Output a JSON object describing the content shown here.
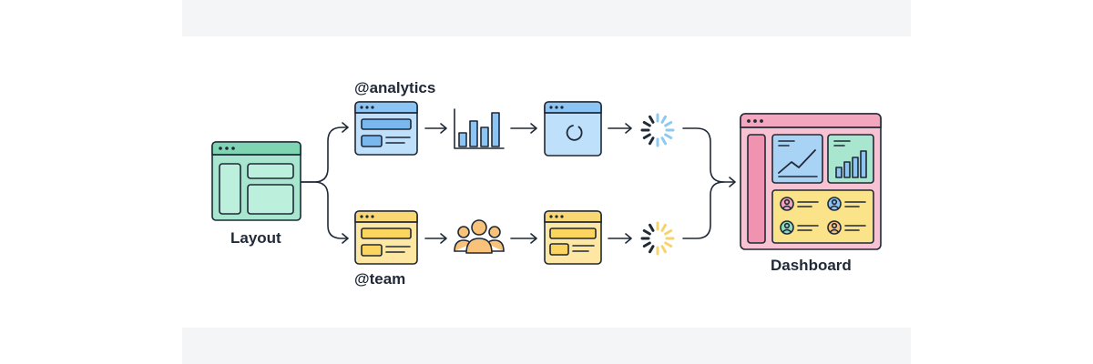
{
  "labels": {
    "layout": "Layout",
    "analytics": "@analytics",
    "team": "@team",
    "dashboard": "Dashboard"
  },
  "colors": {
    "stroke": "#1f2937",
    "layout_fill": "#a8e6cf",
    "layout_inner": "#bdf0dc",
    "layout_bar": "#7fd4b1",
    "analytics_fill": "#bfe0fb",
    "analytics_inner": "#79b8ef",
    "analytics_bar": "#8cc4f3",
    "team_fill": "#fde7a3",
    "team_inner": "#fbd560",
    "team_bar": "#f9d772",
    "dashboard_fill": "#f7c3d3",
    "dashboard_bar": "#f3a7bf",
    "dashboard_side": "#ef93b1",
    "chart_panel_blue": "#a9d3f5",
    "chart_panel_green": "#a8e6cf",
    "team_panel": "#fbe38a",
    "spinner_blue": "#8ec9ef",
    "spinner_yellow": "#f7d46b",
    "avatar_pink": "#f4a3b8",
    "avatar_green": "#8fdcbc",
    "avatar_blue": "#8cc4f3",
    "avatar_orange": "#f9c27a"
  },
  "icons": [
    "layout-window-icon",
    "analytics-window-icon",
    "bar-chart-icon",
    "loading-window-icon",
    "spinner-icon",
    "team-window-icon",
    "users-group-icon",
    "team-loaded-window-icon",
    "dashboard-window-icon"
  ]
}
